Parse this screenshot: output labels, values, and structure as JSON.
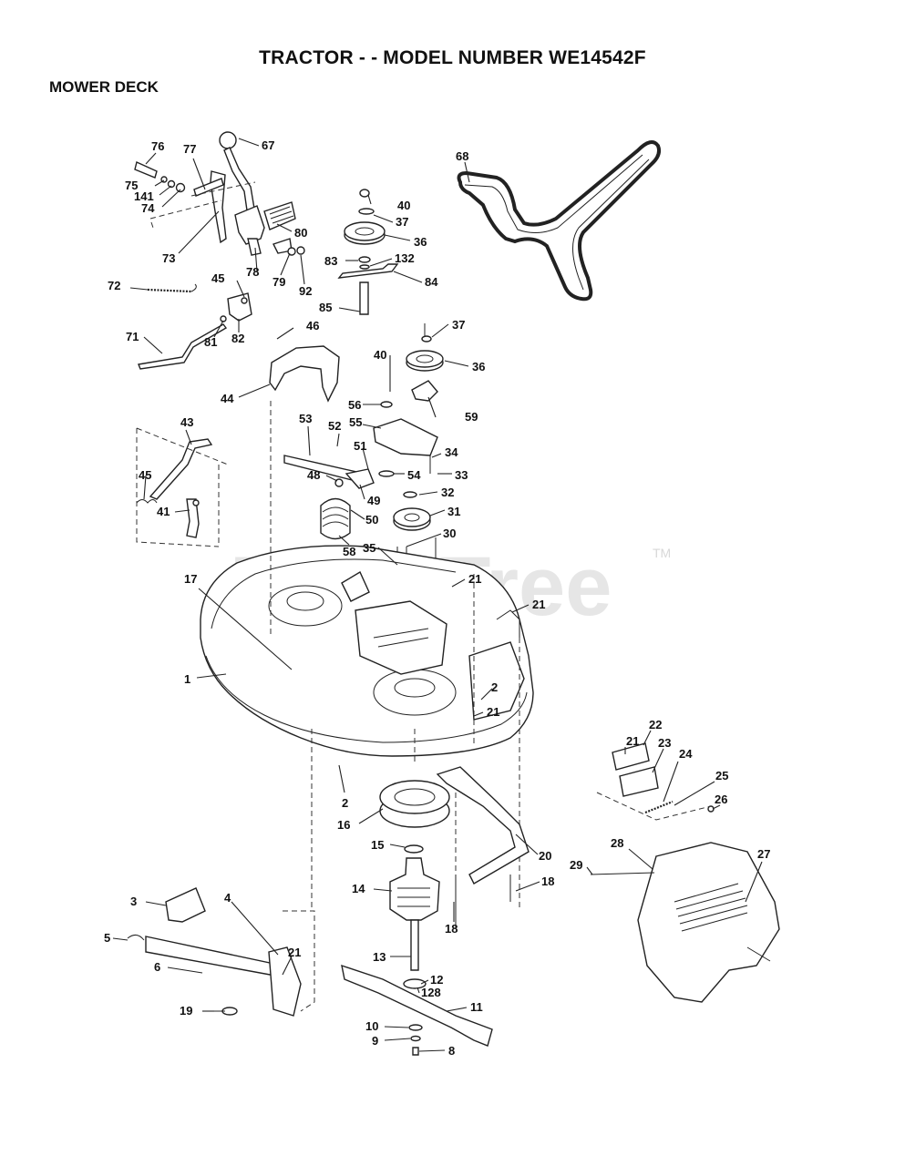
{
  "header": {
    "title": "TRACTOR - - MODEL NUMBER WE14542F",
    "section": "MOWER DECK"
  },
  "watermark": {
    "text": "PartsTree",
    "tm": "TM"
  },
  "callouts": [
    {
      "id": "c76",
      "text": "76"
    },
    {
      "id": "c77",
      "text": "77"
    },
    {
      "id": "c67",
      "text": "67"
    },
    {
      "id": "c75",
      "text": "75"
    },
    {
      "id": "c141",
      "text": "141"
    },
    {
      "id": "c74",
      "text": "74"
    },
    {
      "id": "c73",
      "text": "73"
    },
    {
      "id": "c80",
      "text": "80"
    },
    {
      "id": "c78",
      "text": "78"
    },
    {
      "id": "c79",
      "text": "79"
    },
    {
      "id": "c92",
      "text": "92"
    },
    {
      "id": "c72",
      "text": "72"
    },
    {
      "id": "c45a",
      "text": "45"
    },
    {
      "id": "c81",
      "text": "81"
    },
    {
      "id": "c82",
      "text": "82"
    },
    {
      "id": "c71",
      "text": "71"
    },
    {
      "id": "c46",
      "text": "46"
    },
    {
      "id": "c44",
      "text": "44"
    },
    {
      "id": "c43",
      "text": "43"
    },
    {
      "id": "c45b",
      "text": "45"
    },
    {
      "id": "c41",
      "text": "41"
    },
    {
      "id": "c40a",
      "text": "40"
    },
    {
      "id": "c37a",
      "text": "37"
    },
    {
      "id": "c36a",
      "text": "36"
    },
    {
      "id": "c83",
      "text": "83"
    },
    {
      "id": "c132",
      "text": "132"
    },
    {
      "id": "c84",
      "text": "84"
    },
    {
      "id": "c85",
      "text": "85"
    },
    {
      "id": "c68",
      "text": "68"
    },
    {
      "id": "c37b",
      "text": "37"
    },
    {
      "id": "c40b",
      "text": "40"
    },
    {
      "id": "c36b",
      "text": "36"
    },
    {
      "id": "c56",
      "text": "56"
    },
    {
      "id": "c59",
      "text": "59"
    },
    {
      "id": "c53",
      "text": "53"
    },
    {
      "id": "c52",
      "text": "52"
    },
    {
      "id": "c55",
      "text": "55"
    },
    {
      "id": "c51",
      "text": "51"
    },
    {
      "id": "c34",
      "text": "34"
    },
    {
      "id": "c48",
      "text": "48"
    },
    {
      "id": "c54",
      "text": "54"
    },
    {
      "id": "c33",
      "text": "33"
    },
    {
      "id": "c49",
      "text": "49"
    },
    {
      "id": "c32",
      "text": "32"
    },
    {
      "id": "c50",
      "text": "50"
    },
    {
      "id": "c31",
      "text": "31"
    },
    {
      "id": "c30",
      "text": "30"
    },
    {
      "id": "c58",
      "text": "58"
    },
    {
      "id": "c35",
      "text": "35"
    },
    {
      "id": "c21a",
      "text": "21"
    },
    {
      "id": "c21b",
      "text": "21"
    },
    {
      "id": "c17",
      "text": "17"
    },
    {
      "id": "c1",
      "text": "1"
    },
    {
      "id": "c2a",
      "text": "2"
    },
    {
      "id": "c21c",
      "text": "21"
    },
    {
      "id": "c21d",
      "text": "21"
    },
    {
      "id": "c22",
      "text": "22"
    },
    {
      "id": "c23",
      "text": "23"
    },
    {
      "id": "c24",
      "text": "24"
    },
    {
      "id": "c25",
      "text": "25"
    },
    {
      "id": "c26",
      "text": "26"
    },
    {
      "id": "c2b",
      "text": "2"
    },
    {
      "id": "c16",
      "text": "16"
    },
    {
      "id": "c15",
      "text": "15"
    },
    {
      "id": "c20",
      "text": "20"
    },
    {
      "id": "c28",
      "text": "28"
    },
    {
      "id": "c27",
      "text": "27"
    },
    {
      "id": "c29",
      "text": "29"
    },
    {
      "id": "c14",
      "text": "14"
    },
    {
      "id": "c18a",
      "text": "18"
    },
    {
      "id": "c18b",
      "text": "18"
    },
    {
      "id": "c3",
      "text": "3"
    },
    {
      "id": "c4",
      "text": "4"
    },
    {
      "id": "c5",
      "text": "5"
    },
    {
      "id": "c21e",
      "text": "21"
    },
    {
      "id": "c6",
      "text": "6"
    },
    {
      "id": "c13",
      "text": "13"
    },
    {
      "id": "c12",
      "text": "12"
    },
    {
      "id": "c128",
      "text": "128"
    },
    {
      "id": "c19",
      "text": "19"
    },
    {
      "id": "c11",
      "text": "11"
    },
    {
      "id": "c10",
      "text": "10"
    },
    {
      "id": "c9",
      "text": "9"
    },
    {
      "id": "c8",
      "text": "8"
    }
  ]
}
